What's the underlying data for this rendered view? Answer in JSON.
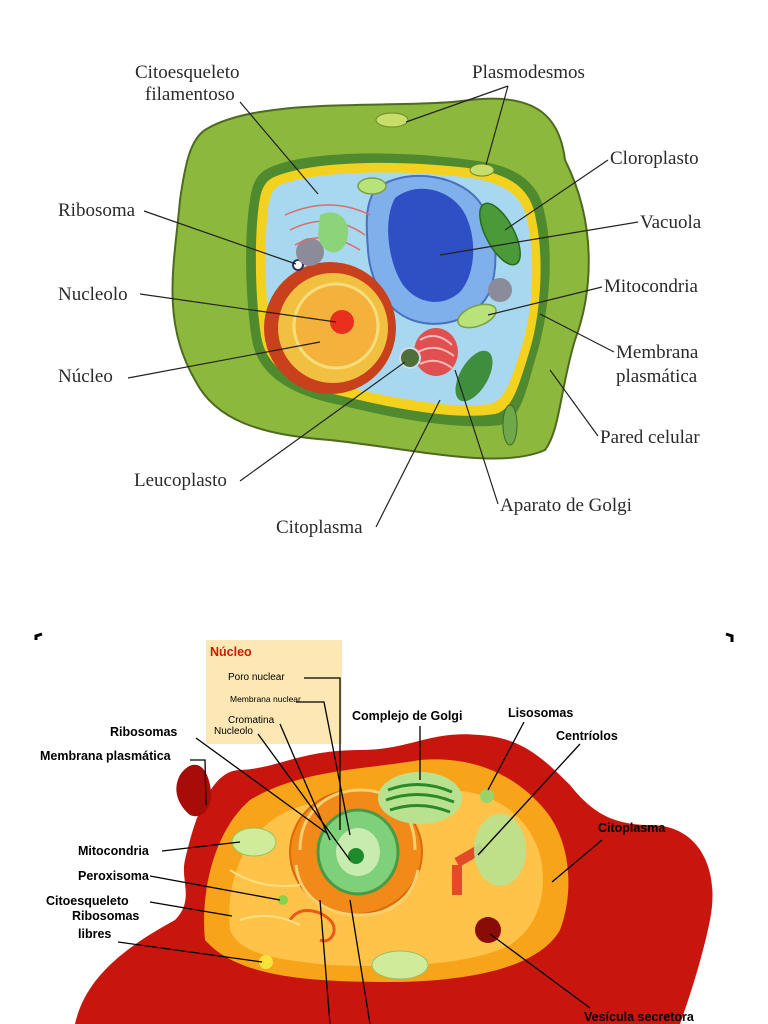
{
  "plant_cell": {
    "labels": {
      "citoesqueleto_1": "Citoesqueleto",
      "citoesqueleto_2": "filamentoso",
      "plasmodesmos": "Plasmodesmos",
      "cloroplasto": "Cloroplasto",
      "ribosoma": "Ribosoma",
      "vacuola": "Vacuola",
      "mitocondria": "Mitocondria",
      "nucleolo": "Nucleolo",
      "membrana_1": "Membrana",
      "membrana_2": "plasmática",
      "nucleo": "Núcleo",
      "pared": "Pared celular",
      "leucoplasto": "Leucoplasto",
      "aparato_golgi": "Aparato de Golgi",
      "citoplasma": "Citoplasma"
    },
    "colors": {
      "wall": "#8db83e",
      "wall_dark": "#4f8a2e",
      "membrane": "#f2d21e",
      "cytoplasm": "#a8d8f0",
      "vacuole": "#2f4fc4",
      "nucleus_outer": "#c9401c",
      "nucleus_inner": "#f4b23c",
      "nucleolus": "#e8301c",
      "golgi": "#e05050",
      "chloroplast": "#4a9a3a"
    }
  },
  "animal_cell": {
    "labels": {
      "nucleo_header": "Núcleo",
      "poro_nuclear": "Poro nuclear",
      "membrana_nuclear": "Membrana nuclear",
      "cromatina": "Cromatina",
      "nucleolo": "Nucleolo",
      "complejo_golgi": "Complejo de Golgi",
      "lisosomas": "Lisosomas",
      "ribosomas": "Ribosomas",
      "centriolos": "Centríolos",
      "membrana_plasmatica": "Membrana plasmática",
      "citoplasma": "Citoplasma",
      "mitocondria": "Mitocondria",
      "peroxisoma": "Peroxisoma",
      "citoesqueleto": "Citoesqueleto",
      "ribosomas_libres_1": "Ribosomas",
      "ribosomas_libres_2": "libres",
      "vesicula": "Vesícula secretora"
    },
    "colors": {
      "outer": "#c8160e",
      "cytoplasm": "#f7a41a",
      "inner": "#ffc34a",
      "nucleus": "#7fd07a",
      "nucleolus": "#1f8a2a",
      "box": "#fde7b4"
    }
  }
}
